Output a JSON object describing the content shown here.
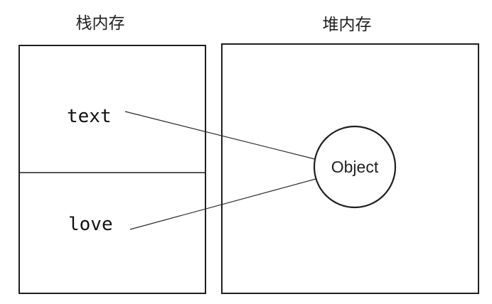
{
  "diagram": {
    "stack": {
      "title": "栈内存",
      "variables": [
        {
          "name": "text"
        },
        {
          "name": "love"
        }
      ]
    },
    "heap": {
      "title": "堆内存",
      "object_label": "Object"
    },
    "colors": {
      "background": "#ffffff",
      "line": "#1f1f1f"
    }
  }
}
